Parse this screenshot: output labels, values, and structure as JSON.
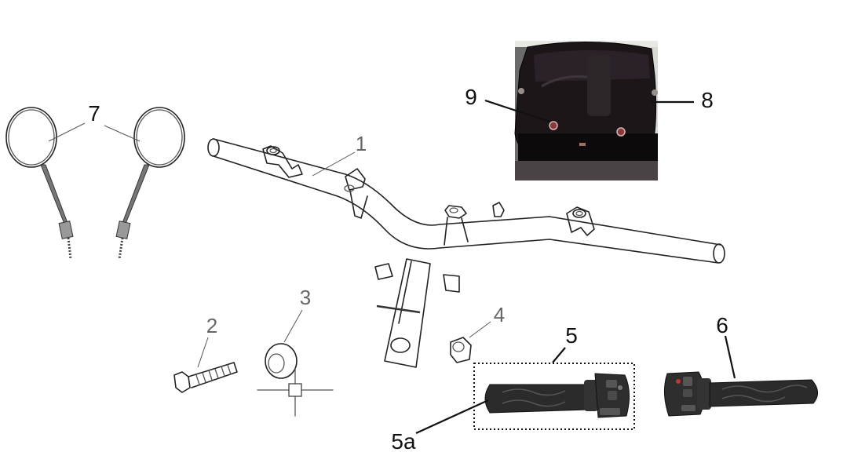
{
  "labels": {
    "l1": "1",
    "l2": "2",
    "l3": "3",
    "l4": "4",
    "l5": "5",
    "l5a": "5a",
    "l6": "6",
    "l7": "7",
    "l8": "8",
    "l9": "9"
  },
  "colors": {
    "line": "#222222",
    "grip": "#2b2b2b",
    "photo_bg": "#d8d8d4",
    "screen": "#1d1619"
  }
}
